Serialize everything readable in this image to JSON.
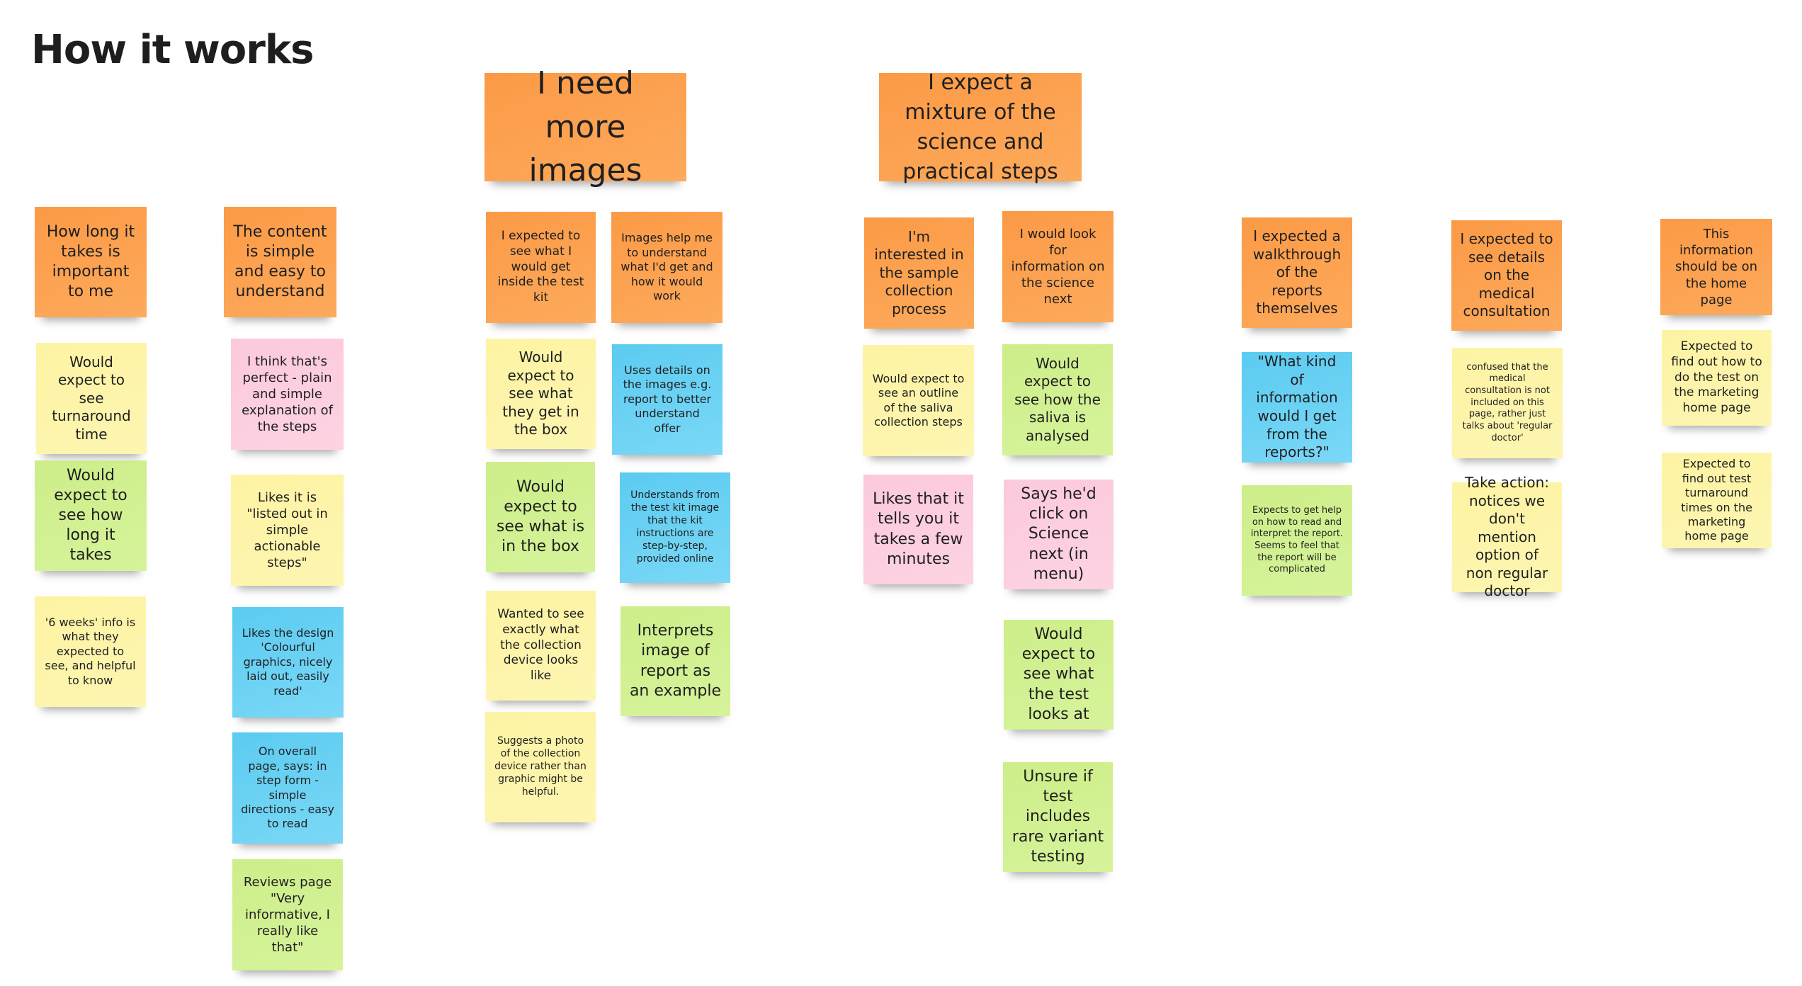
{
  "board": {
    "title": "How it works",
    "colors": {
      "orange": "#fb9a46",
      "yellow": "#fdf3a3",
      "green": "#cdee8a",
      "pink": "#fbc9dc",
      "blue": "#5bcbf1"
    }
  },
  "headers": [
    {
      "text": "I need more images",
      "color": "orange"
    },
    {
      "text": "I expect a mixture of the science and practical steps",
      "color": "orange"
    }
  ],
  "columns": [
    {
      "theme": {
        "text": "How long it takes is important to me",
        "color": "orange"
      },
      "notes": [
        {
          "text": "Would expect to see turnaround time",
          "color": "yellow"
        },
        {
          "text": "Would expect to see how long it takes",
          "color": "green"
        },
        {
          "text": "'6 weeks' info is what they expected to see, and helpful to know",
          "color": "yellow"
        }
      ]
    },
    {
      "theme": {
        "text": "The content is simple and easy to understand",
        "color": "orange"
      },
      "notes": [
        {
          "text": "I think that's perfect - plain and simple explanation of the steps",
          "color": "pink"
        },
        {
          "text": "Likes it is \"listed out in simple actionable steps\"",
          "color": "yellow"
        },
        {
          "text": "Likes the design 'Colourful graphics, nicely laid out, easily read'",
          "color": "blue"
        },
        {
          "text": "On overall page, says: in step form - simple directions - easy to read",
          "color": "blue"
        },
        {
          "text": "Reviews page \"Very informative, I really like that\"",
          "color": "green"
        }
      ]
    },
    {
      "theme": {
        "text": "I expected to see what I would get inside the test kit",
        "color": "orange"
      },
      "notes": [
        {
          "text": "Would expect to see what they get in the box",
          "color": "yellow"
        },
        {
          "text": "Would expect to see what is in the box",
          "color": "green"
        },
        {
          "text": "Wanted to see exactly what the collection device looks like",
          "color": "yellow"
        },
        {
          "text": "Suggests a photo of the collection device rather than graphic might be helpful.",
          "color": "yellow"
        }
      ]
    },
    {
      "theme": {
        "text": "Images help me to understand what I'd get and how it would work",
        "color": "orange"
      },
      "notes": [
        {
          "text": "Uses details on the images e.g. report to better understand offer",
          "color": "blue"
        },
        {
          "text": "Understands from the test kit image that the kit instructions are step-by-step, provided online",
          "color": "blue"
        },
        {
          "text": "Interprets image of report as an example",
          "color": "green"
        }
      ]
    },
    {
      "theme": {
        "text": "I'm interested in the sample collection process",
        "color": "orange"
      },
      "notes": [
        {
          "text": "Would expect to see an outline of the saliva collection steps",
          "color": "yellow"
        },
        {
          "text": "Likes that it tells you it takes a few minutes",
          "color": "pink"
        }
      ]
    },
    {
      "theme": {
        "text": "I would look for information on the science next",
        "color": "orange"
      },
      "notes": [
        {
          "text": "Would expect to see how the saliva is analysed",
          "color": "green"
        },
        {
          "text": "Says he'd click on Science next (in menu)",
          "color": "pink"
        },
        {
          "text": "Would expect to see what the test looks at",
          "color": "green"
        },
        {
          "text": "Unsure if test includes rare variant testing",
          "color": "green"
        }
      ]
    },
    {
      "theme": {
        "text": "I expected a walkthrough of the reports themselves",
        "color": "orange"
      },
      "notes": [
        {
          "text": "\"What kind of information would I get from the reports?\"",
          "color": "blue"
        },
        {
          "text": "Expects to get help on how to read and interpret the report. Seems to feel that the report will be complicated",
          "color": "green"
        }
      ]
    },
    {
      "theme": {
        "text": "I expected to see details on the medical consultation",
        "color": "orange"
      },
      "notes": [
        {
          "text": "confused that the medical consultation is not included on this page, rather just talks about 'regular doctor'",
          "color": "yellow"
        },
        {
          "text": "Take action: notices we don't mention option of non regular doctor",
          "color": "yellow"
        }
      ]
    },
    {
      "theme": {
        "text": "This information should be on the home page",
        "color": "orange"
      },
      "notes": [
        {
          "text": "Expected to find out how to do the test on the marketing home page",
          "color": "yellow"
        },
        {
          "text": "Expected to find out test turnaround times on the marketing home page",
          "color": "yellow"
        }
      ]
    }
  ]
}
